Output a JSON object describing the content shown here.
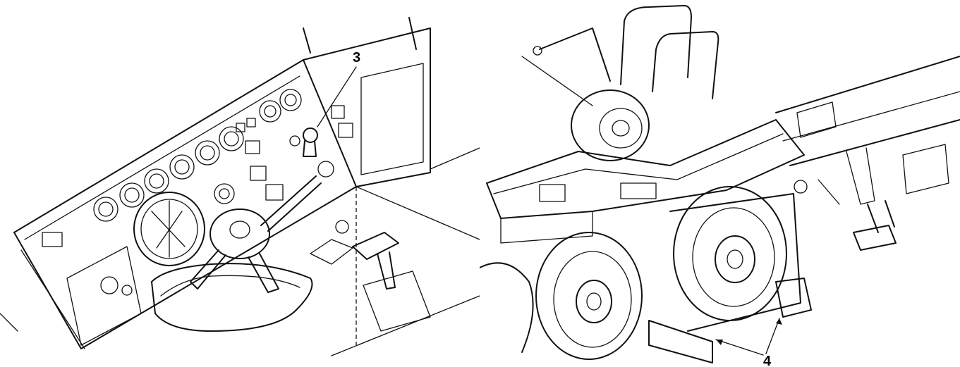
{
  "callouts": {
    "left": "3",
    "right": "4"
  },
  "icons": {
    "left_view": "truck-cab-dashboard-illustration",
    "right_view": "truck-chassis-wheel-chocks-illustration"
  }
}
